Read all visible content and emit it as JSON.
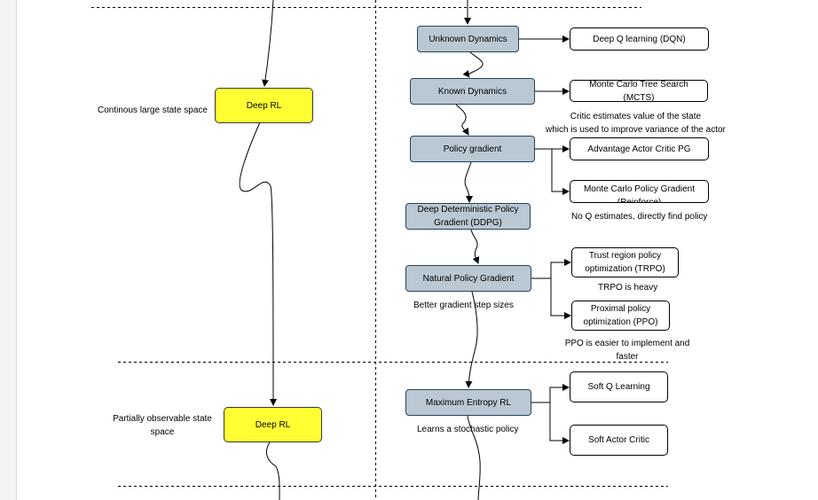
{
  "nodes": {
    "unknown_dynamics": "Unknown Dynamics",
    "known_dynamics": "Known Dynamics",
    "policy_gradient": "Policy gradient",
    "ddpg": "Deep Deterministic Policy Gradient (DDPG)",
    "natural_policy_gradient": "Natural Policy Gradient",
    "maximum_entropy_rl": "Maximum Entropy RL",
    "deep_rl_1": "Deep RL",
    "deep_rl_2": "Deep RL",
    "dqn": "Deep Q learning (DQN)",
    "mcts": "Monte Carlo Tree Search (MCTS)",
    "a2c": "Advantage Actor Critic PG",
    "reinforce": "Monte Carlo Policy Gradient (Reinforce)",
    "trpo": "Trust region policy optimization (TRPO)",
    "ppo": "Proximal policy optimization (PPO)",
    "soft_q": "Soft Q Learning",
    "sac": "Soft Actor Critic"
  },
  "labels": {
    "continuous_state": "Continous large state space",
    "partial_state": "Partially observable state space",
    "critic_note": "Critic estimates value of the state\nwhich is used to improve variance of the actor",
    "no_q_note": "No Q estimates, directly find policy",
    "trpo_note": "TRPO is heavy",
    "ppo_note": "PPO is easier to implement and faster",
    "npg_note": "Better gradient step sizes",
    "maxent_note": "Learns a stochastic policy"
  }
}
